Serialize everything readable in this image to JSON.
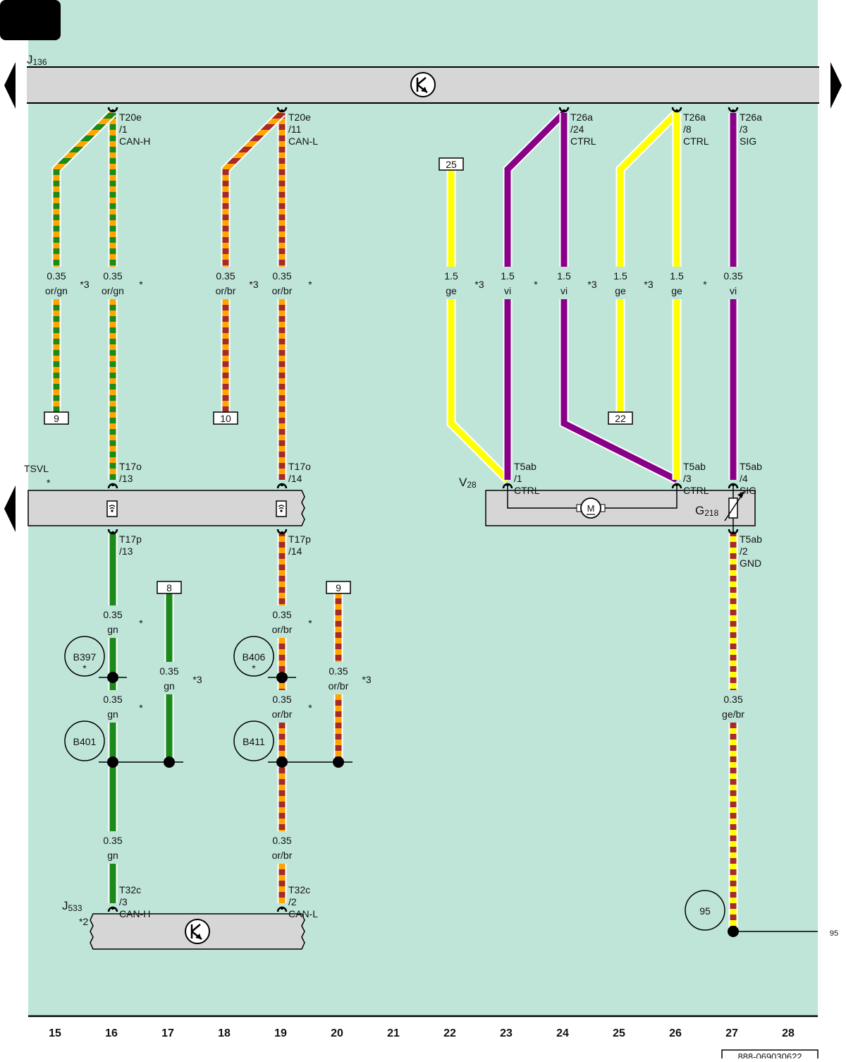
{
  "page": {
    "corner_tab": "",
    "document_code": "888-069030622"
  },
  "colors": {
    "background": "#bfe5d9",
    "component_fill": "#d6d6d6",
    "or": "#ffa500",
    "gn": "#1a8a1a",
    "br": "#a52a2a",
    "ge": "#ffff00",
    "vi": "#880088"
  },
  "columns": [
    "15",
    "16",
    "17",
    "18",
    "19",
    "20",
    "21",
    "22",
    "23",
    "24",
    "25",
    "26",
    "27",
    "28"
  ],
  "components": {
    "j136": {
      "name": "J",
      "sub": "136",
      "icon": "control-unit-icon"
    },
    "tsvl": {
      "name": "TSVL",
      "marker": "*"
    },
    "v28": {
      "name": "V",
      "sub": "28",
      "icon": "motor-icon",
      "motor_text": "M"
    },
    "g218": {
      "name": "G",
      "sub": "218",
      "icon": "variable-resistor-icon"
    },
    "j533": {
      "name": "J",
      "sub": "533",
      "marker": "*2",
      "icon": "control-unit-icon"
    }
  },
  "connectors": [
    {
      "id": "c1",
      "line1": "T20e",
      "line2": "/1",
      "line3": "CAN-H"
    },
    {
      "id": "c2",
      "line1": "T20e",
      "line2": "/11",
      "line3": "CAN-L"
    },
    {
      "id": "c3",
      "line1": "T26a",
      "line2": "/24",
      "line3": "CTRL"
    },
    {
      "id": "c4",
      "line1": "T26a",
      "line2": "/8",
      "line3": "CTRL"
    },
    {
      "id": "c5",
      "line1": "T26a",
      "line2": "/3",
      "line3": "SIG"
    },
    {
      "id": "c6",
      "line1": "T17o",
      "line2": "/13",
      "line3": ""
    },
    {
      "id": "c7",
      "line1": "T17o",
      "line2": "/14",
      "line3": ""
    },
    {
      "id": "c8",
      "line1": "T17p",
      "line2": "/13",
      "line3": ""
    },
    {
      "id": "c9",
      "line1": "T17p",
      "line2": "/14",
      "line3": ""
    },
    {
      "id": "c10",
      "line1": "T5ab",
      "line2": "/1",
      "line3": "CTRL"
    },
    {
      "id": "c11",
      "line1": "T5ab",
      "line2": "/3",
      "line3": "CTRL"
    },
    {
      "id": "c12",
      "line1": "T5ab",
      "line2": "/4",
      "line3": "SIG"
    },
    {
      "id": "c13",
      "line1": "T5ab",
      "line2": "/2",
      "line3": "GND"
    },
    {
      "id": "c14",
      "line1": "T32c",
      "line2": "/3",
      "line3": "CAN-H"
    },
    {
      "id": "c15",
      "line1": "T32c",
      "line2": "/2",
      "line3": "CAN-L"
    }
  ],
  "wire_labels": [
    {
      "id": "w1",
      "size": "0.35",
      "color": "or/gn",
      "note": "*3"
    },
    {
      "id": "w2",
      "size": "0.35",
      "color": "or/gn",
      "note": "*"
    },
    {
      "id": "w3",
      "size": "0.35",
      "color": "or/br",
      "note": "*3"
    },
    {
      "id": "w4",
      "size": "0.35",
      "color": "or/br",
      "note": "*"
    },
    {
      "id": "w5",
      "size": "1.5",
      "color": "ge",
      "note": "*3"
    },
    {
      "id": "w6",
      "size": "1.5",
      "color": "vi",
      "note": "*"
    },
    {
      "id": "w7",
      "size": "1.5",
      "color": "vi",
      "note": "*3"
    },
    {
      "id": "w8",
      "size": "1.5",
      "color": "ge",
      "note": "*3"
    },
    {
      "id": "w9",
      "size": "1.5",
      "color": "ge",
      "note": "*"
    },
    {
      "id": "w10",
      "size": "0.35",
      "color": "vi",
      "note": ""
    },
    {
      "id": "w11",
      "size": "0.35",
      "color": "gn",
      "note": "*"
    },
    {
      "id": "w12",
      "size": "0.35",
      "color": "or/br",
      "note": "*"
    },
    {
      "id": "w13",
      "size": "0.35",
      "color": "gn",
      "note": "*3"
    },
    {
      "id": "w14",
      "size": "0.35",
      "color": "or/br",
      "note": "*3"
    },
    {
      "id": "w15",
      "size": "0.35",
      "color": "gn",
      "note": "*"
    },
    {
      "id": "w16",
      "size": "0.35",
      "color": "or/br",
      "note": "*"
    },
    {
      "id": "w17",
      "size": "0.35",
      "color": "ge/br",
      "note": ""
    },
    {
      "id": "w18",
      "size": "0.35",
      "color": "gn",
      "note": ""
    },
    {
      "id": "w19",
      "size": "0.35",
      "color": "or/br",
      "note": ""
    }
  ],
  "references": [
    {
      "id": "r1",
      "text": "9"
    },
    {
      "id": "r2",
      "text": "10"
    },
    {
      "id": "r3",
      "text": "25"
    },
    {
      "id": "r4",
      "text": "22"
    },
    {
      "id": "r5",
      "text": "8"
    },
    {
      "id": "r6",
      "text": "9"
    }
  ],
  "splices": [
    {
      "id": "s1",
      "name": "B397",
      "marker": "*"
    },
    {
      "id": "s2",
      "name": "B406",
      "marker": "*"
    },
    {
      "id": "s3",
      "name": "B401",
      "marker": ""
    },
    {
      "id": "s4",
      "name": "B411",
      "marker": ""
    }
  ],
  "ground": {
    "id": "95",
    "edge_ref": "95"
  }
}
